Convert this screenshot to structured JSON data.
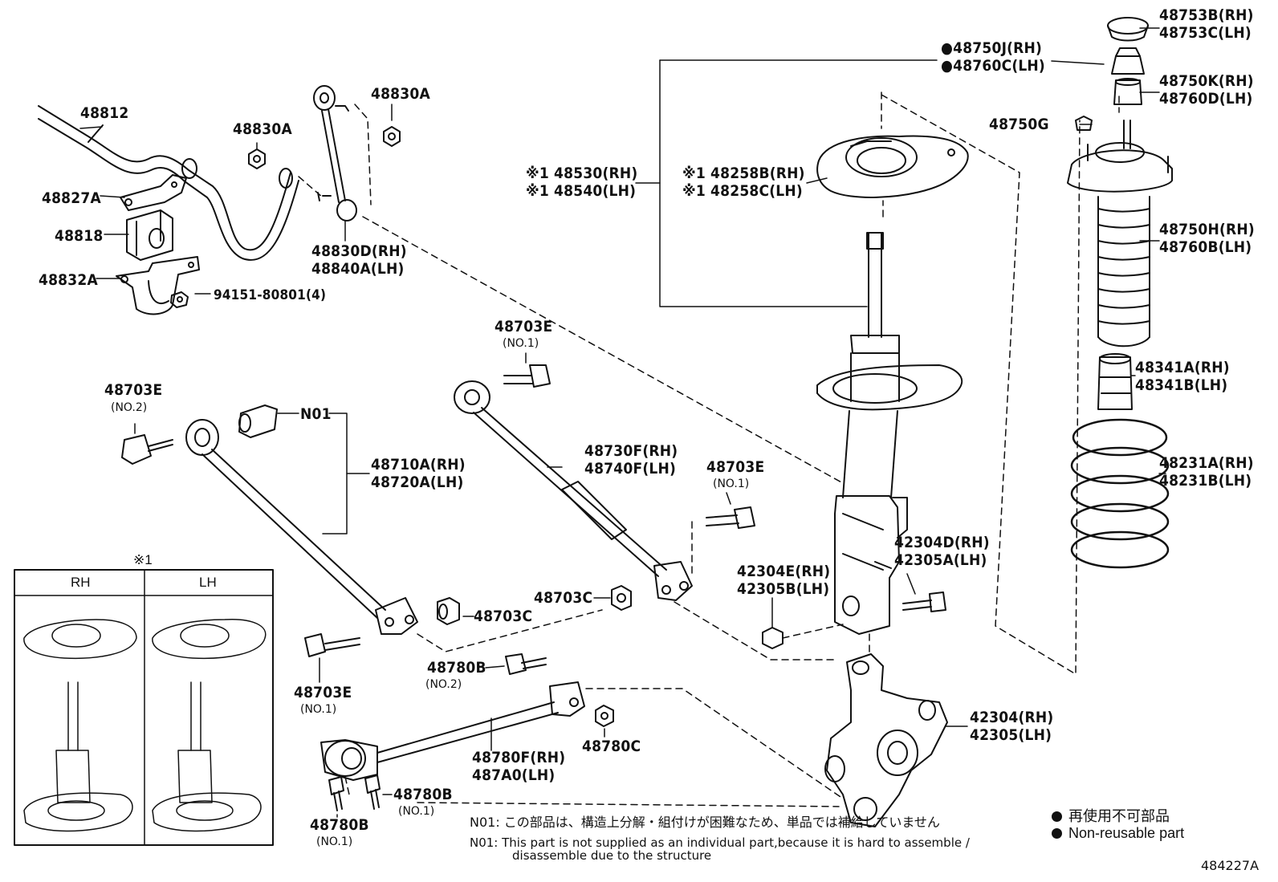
{
  "diagram": {
    "code": "484227A",
    "labels": {
      "p48812": "48812",
      "p48827a": "48827A",
      "p48818": "48818",
      "p48832a": "48832A",
      "p94151": "94151-80801(4)",
      "p48830a_left": "48830A",
      "p48830a_right": "48830A",
      "p48830d": [
        "48830D(RH)",
        "48840A(LH)"
      ],
      "p48530": [
        "※1 48530(RH)",
        "※1 48540(LH)"
      ],
      "p48258": [
        "※1 48258B(RH)",
        "※1 48258C(LH)"
      ],
      "p48750j": [
        "●48750J(RH)",
        "●48760C(LH)"
      ],
      "p48753b": [
        "48753B(RH)",
        "48753C(LH)"
      ],
      "p48750k": [
        "48750K(RH)",
        "48760D(LH)"
      ],
      "p48750g": "48750G",
      "p48750h": [
        "48750H(RH)",
        "48760B(LH)"
      ],
      "p48341a": [
        "48341A(RH)",
        "48341B(LH)"
      ],
      "p48231a": [
        "48231A(RH)",
        "48231B(LH)"
      ],
      "p48703e_no2": "48703E",
      "p48703e_no2_sub": "(NO.2)",
      "pN01": "N01",
      "p48710a": [
        "48710A(RH)",
        "48720A(LH)"
      ],
      "p48703e_no1_top": "48703E",
      "p48703e_no1_top_sub": "(NO.1)",
      "p48730f": [
        "48730F(RH)",
        "48740F(LH)"
      ],
      "p48703e_no1_mid": "48703E",
      "p48703e_no1_mid_sub": "(NO.1)",
      "p42304d": [
        "42304D(RH)",
        "42305A(LH)"
      ],
      "p42304e": [
        "42304E(RH)",
        "42305B(LH)"
      ],
      "p48703c_left": "48703C",
      "p48703c_right": "48703C",
      "p48703e_no1_low": "48703E",
      "p48703e_no1_low_sub": "(NO.1)",
      "p48780b_no2": "48780B",
      "p48780b_no2_sub": "(NO.2)",
      "p48780c": "48780C",
      "p48780f": [
        "48780F(RH)",
        "487A0(LH)"
      ],
      "p42304": [
        "42304(RH)",
        "42305(LH)"
      ],
      "p48780b_no1_a": "48780B",
      "p48780b_no1_a_sub": "(NO.1)",
      "p48780b_no1_b": "48780B",
      "p48780b_no1_b_sub": "(NO.1)"
    },
    "inset": {
      "marker": "※1",
      "rh": "RH",
      "lh": "LH"
    },
    "notes": {
      "jp": "N01: この部品は、構造上分解・組付けが困難なため、単品では補給していません",
      "en_line1": "N01:  This part is not supplied as an individual part,because it is hard to assemble /",
      "en_line2": "disassemble due to the structure"
    },
    "legend": {
      "jp": "再使用不可部品",
      "en": "Non-reusable part"
    }
  }
}
